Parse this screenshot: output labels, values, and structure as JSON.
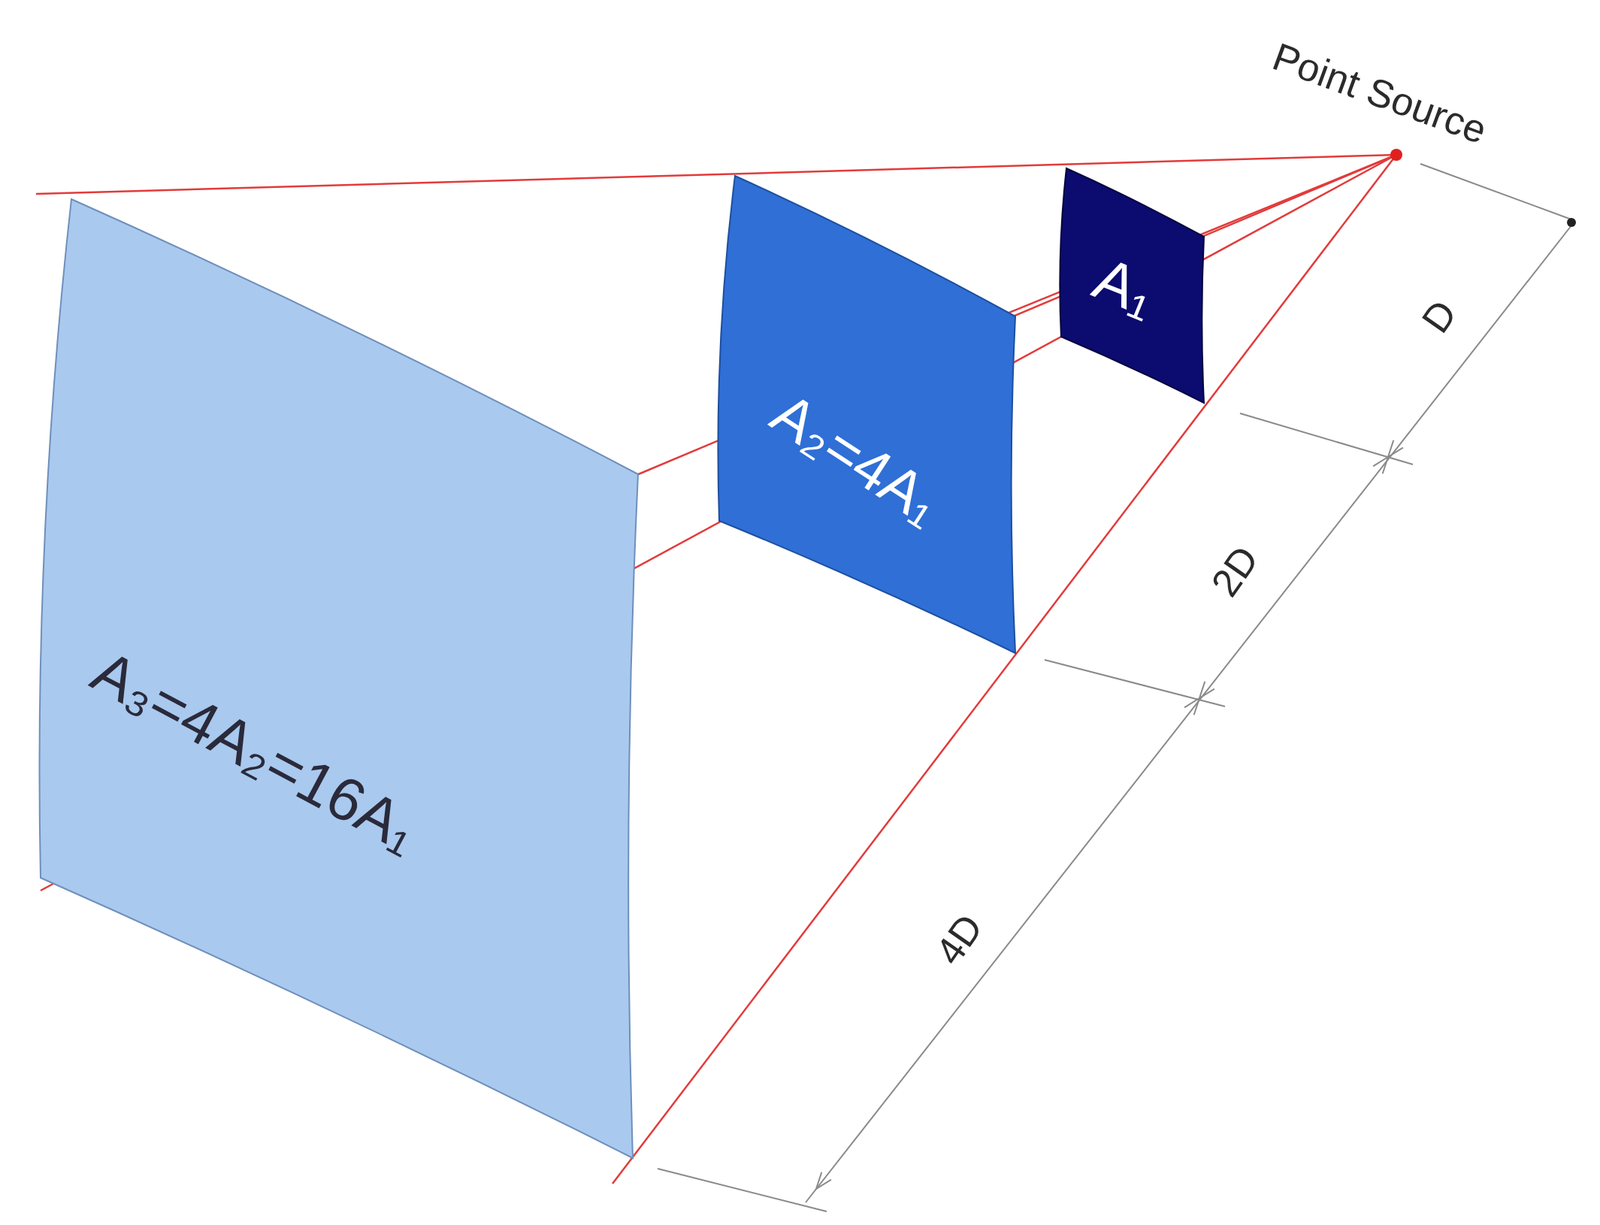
{
  "diagram": {
    "nodes": [
      {
        "text": [
          "A₃=4A₂=16A₁"
        ]
      },
      {
        "text": [
          "A₂=4A₁"
        ]
      },
      {
        "text": [
          "A₁"
        ]
      }
    ],
    "labels": [
      "Point Source",
      "D",
      "2D",
      "4D"
    ]
  }
}
